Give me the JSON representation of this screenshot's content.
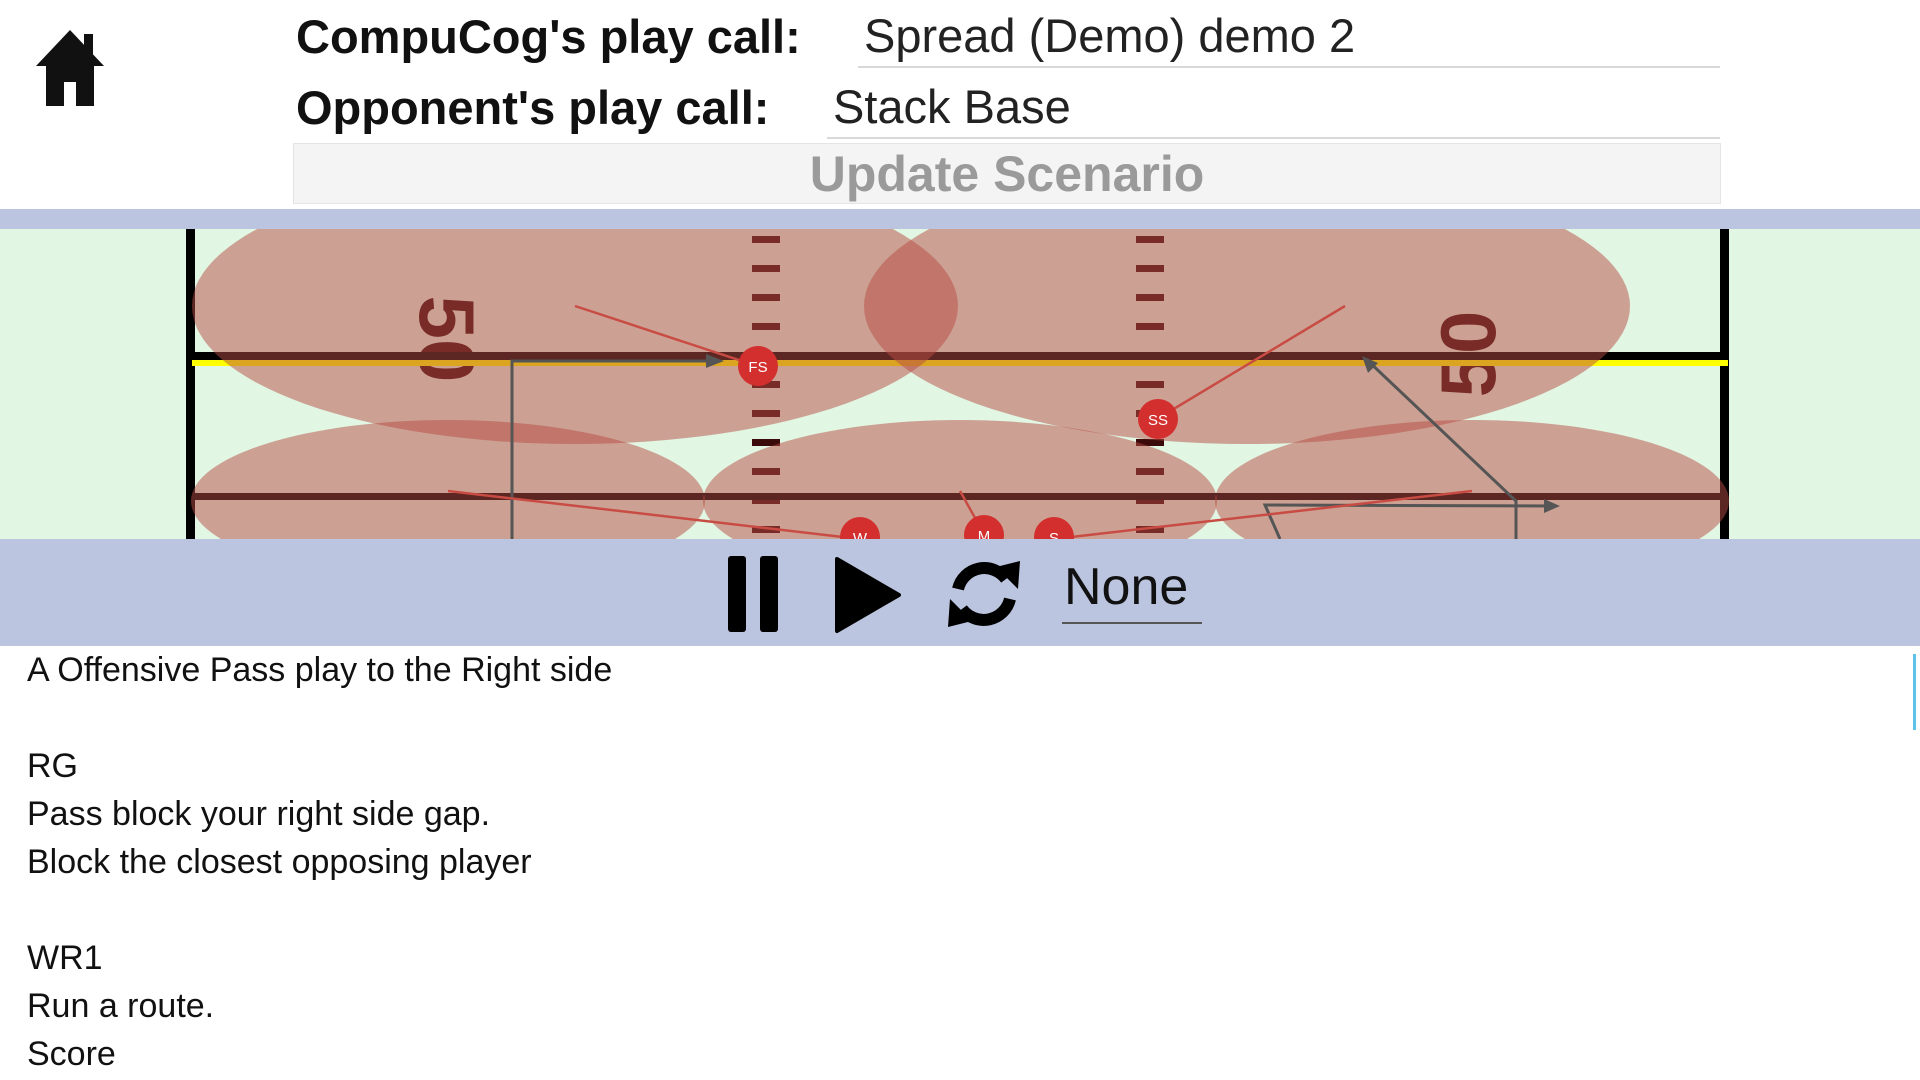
{
  "header": {
    "home_icon": "home-icon",
    "compucog_label": "CompuCog's play call:",
    "compucog_value": "Spread (Demo) demo 2",
    "opponent_label": "Opponent's play call:",
    "opponent_value": "Stack Base",
    "update_button": "Update Scenario"
  },
  "field": {
    "yard_number_left": "50",
    "yard_number_right": "50",
    "players": [
      {
        "label": "FS"
      },
      {
        "label": "SS"
      },
      {
        "label": "W"
      },
      {
        "label": "M"
      },
      {
        "label": "S"
      }
    ],
    "colors": {
      "turf": "#e1f6e3",
      "zone": "#c87c74",
      "line_of_scrimmage": "#ffff00",
      "player": "#d32f2f",
      "band": "#bcc5e0"
    }
  },
  "controls": {
    "pause_icon": "pause-icon",
    "play_icon": "play-icon",
    "restart_icon": "refresh-icon",
    "speed_value": "None"
  },
  "description": {
    "lines": [
      "A Offensive Pass play to the Right side",
      "",
      "RG",
      "Pass block your right side gap.",
      "Block the closest opposing player",
      "",
      "WR1",
      "Run a route.",
      "Score"
    ]
  }
}
